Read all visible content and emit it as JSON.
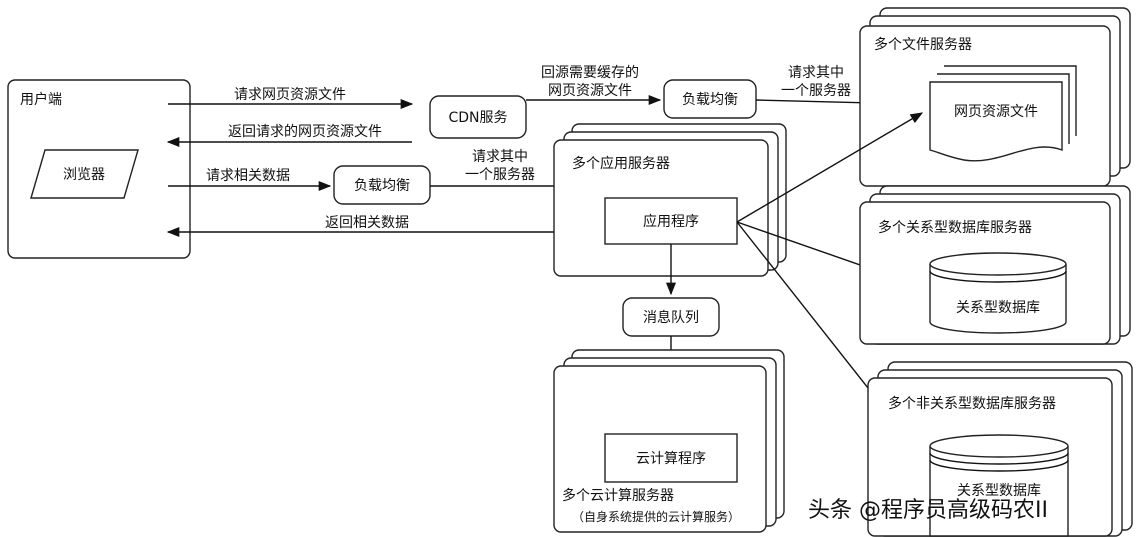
{
  "user_side": {
    "title": "用户端",
    "browser": "浏览器"
  },
  "flows": {
    "request_page_files": "请求网页资源文件",
    "return_page_files": "返回请求的网页资源文件",
    "request_data": "请求相关数据",
    "return_data": "返回相关数据",
    "origin_fetch_line1": "回源需要缓存的",
    "origin_fetch_line2": "网页资源文件",
    "pick_server_a_line1": "请求其中",
    "pick_server_a_line2": "一个服务器",
    "pick_server_b_line1": "请求其中",
    "pick_server_b_line2": "一个服务器"
  },
  "nodes": {
    "cdn": "CDN服务",
    "lb_cdn": "负载均衡",
    "lb_app": "负载均衡",
    "app_program": "应用程序",
    "message_queue": "消息队列",
    "cloud_program": "云计算程序"
  },
  "stacks": {
    "file_servers": "多个文件服务器",
    "page_files": "网页资源文件",
    "app_servers": "多个应用服务器",
    "rdb_servers": "多个关系型数据库服务器",
    "rdb": "关系型数据库",
    "nosql_servers": "多个非关系型数据库服务器",
    "nosql_db": "关系型数据库",
    "cloud_servers": "多个云计算服务器",
    "cloud_servers_note": "（自身系统提供的云计算服务）"
  },
  "watermark": "头条 @程序员高级码农II"
}
